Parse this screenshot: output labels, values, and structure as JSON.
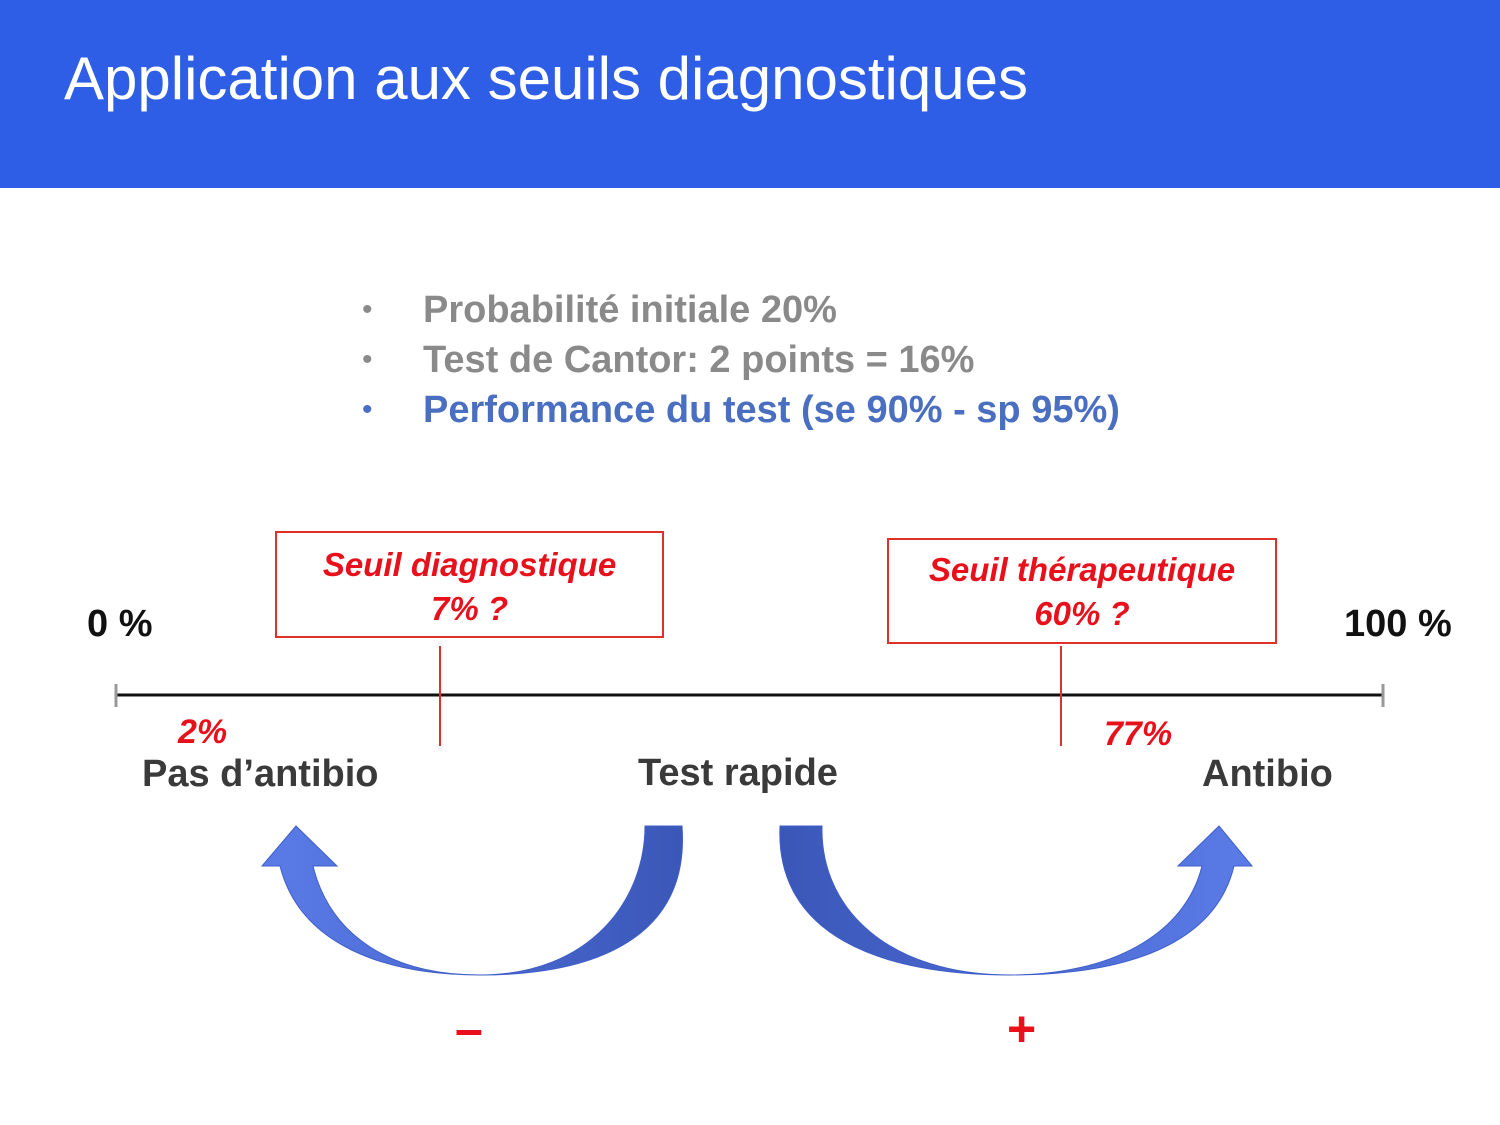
{
  "header": {
    "title": "Application aux seuils diagnostiques",
    "background_color": "#2f5ee6"
  },
  "bullets": [
    {
      "marker": "•",
      "text": "Probabilité initiale 20%",
      "color": "#8a8a8a"
    },
    {
      "marker": "•",
      "text": "Test de Cantor: 2 points = 16%",
      "color": "#8a8a8a"
    },
    {
      "marker": "•",
      "text": "Performance du test (se 90% - sp 95%)",
      "color": "#4a6fc1"
    }
  ],
  "scale": {
    "min_label": "0 %",
    "max_label": "100 %"
  },
  "thresholds": {
    "diagnostic": {
      "title": "Seuil diagnostique",
      "value": "7% ?"
    },
    "therapeutic": {
      "title": "Seuil thérapeutique",
      "value": "60% ?"
    }
  },
  "outcomes": {
    "low_value": "2%",
    "high_value": "77%",
    "left_label": "Pas d’antibio",
    "center_label": "Test rapide",
    "right_label": "Antibio"
  },
  "arrows": {
    "negative_sign": "–",
    "positive_sign": "+"
  },
  "colors": {
    "accent_red": "#e8111b",
    "arrow_blue": "#4f6fd8"
  }
}
